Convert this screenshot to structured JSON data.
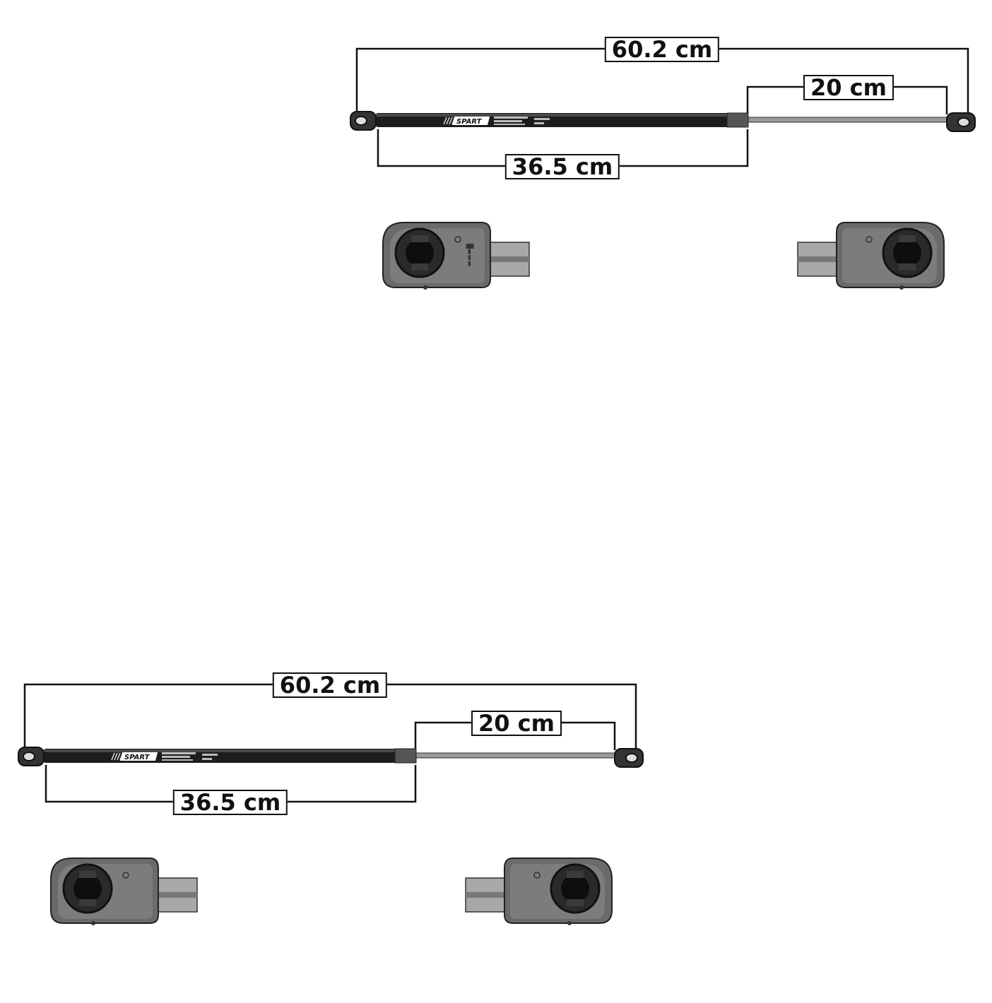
{
  "diagrams": [
    {
      "overall_length": "60.2 cm",
      "rod_length": "20 cm",
      "body_length": "36.5 cm",
      "brand": "SPART"
    },
    {
      "overall_length": "60.2 cm",
      "rod_length": "20 cm",
      "body_length": "36.5 cm",
      "brand": "SPART"
    }
  ]
}
